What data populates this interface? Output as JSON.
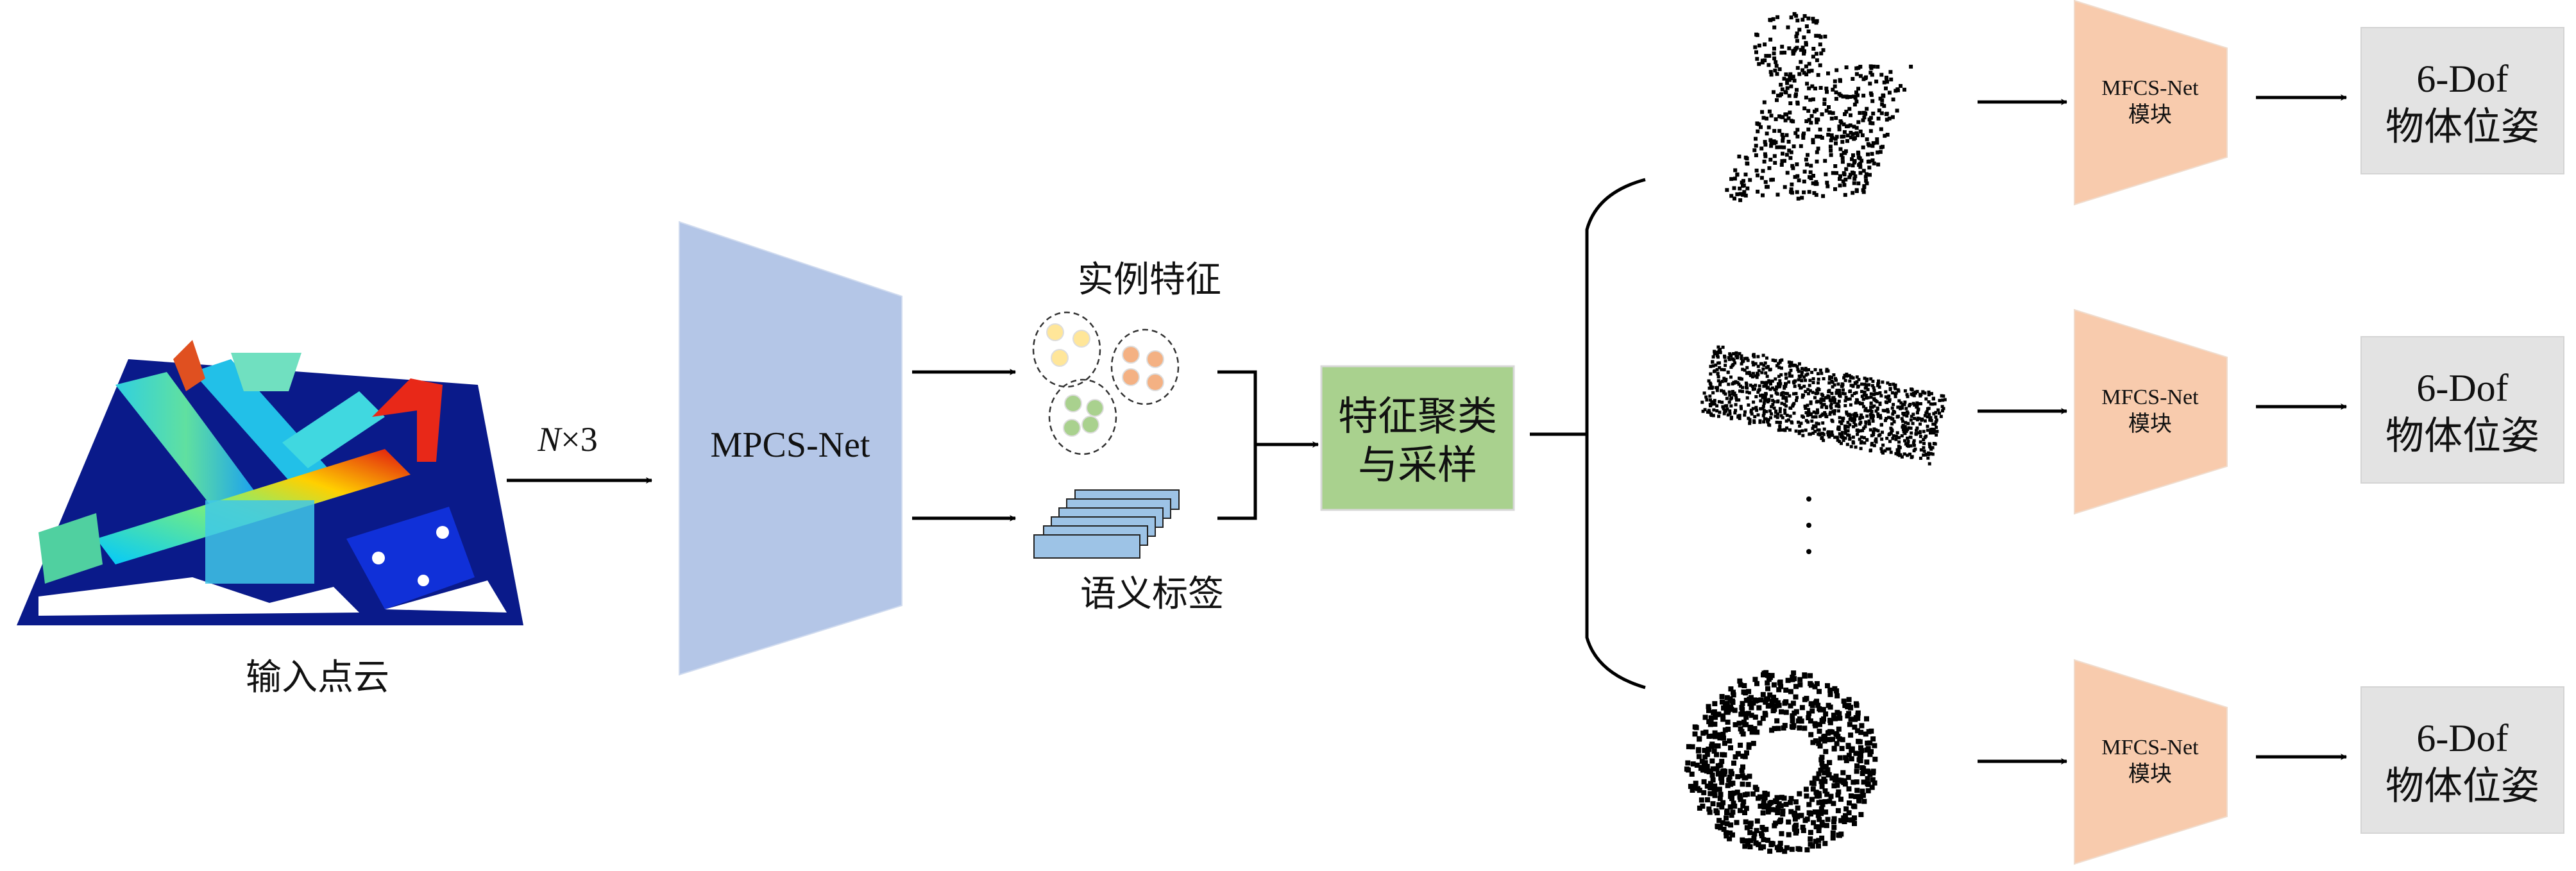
{
  "input": {
    "label": "输入点云",
    "dimension_label_var": "N",
    "dimension_label_rest": "×3"
  },
  "backbone": {
    "label": "MPCS-Net",
    "color": "#b4c6e7"
  },
  "features": {
    "instance_label": "实例特征",
    "semantic_label": "语义标签",
    "cluster_colors": [
      "#ffe699",
      "#f4b183",
      "#a9d18e"
    ],
    "semantic_bar_color": "#9dc3e6"
  },
  "clustering": {
    "line1": "特征聚类",
    "line2": "与采样",
    "color": "#a9d18e"
  },
  "branches": [
    {
      "module_line1": "MFCS-Net",
      "module_line2": "模块",
      "output_line1": "6-Dof",
      "output_line2": "物体位姿"
    },
    {
      "module_line1": "MFCS-Net",
      "module_line2": "模块",
      "output_line1": "6-Dof",
      "output_line2": "物体位姿"
    },
    {
      "module_line1": "MFCS-Net",
      "module_line2": "模块",
      "output_line1": "6-Dof",
      "output_line2": "物体位姿"
    }
  ],
  "colors": {
    "module": "#f8cbad",
    "output_box": "#e3e3e3",
    "arrow": "#000000"
  }
}
